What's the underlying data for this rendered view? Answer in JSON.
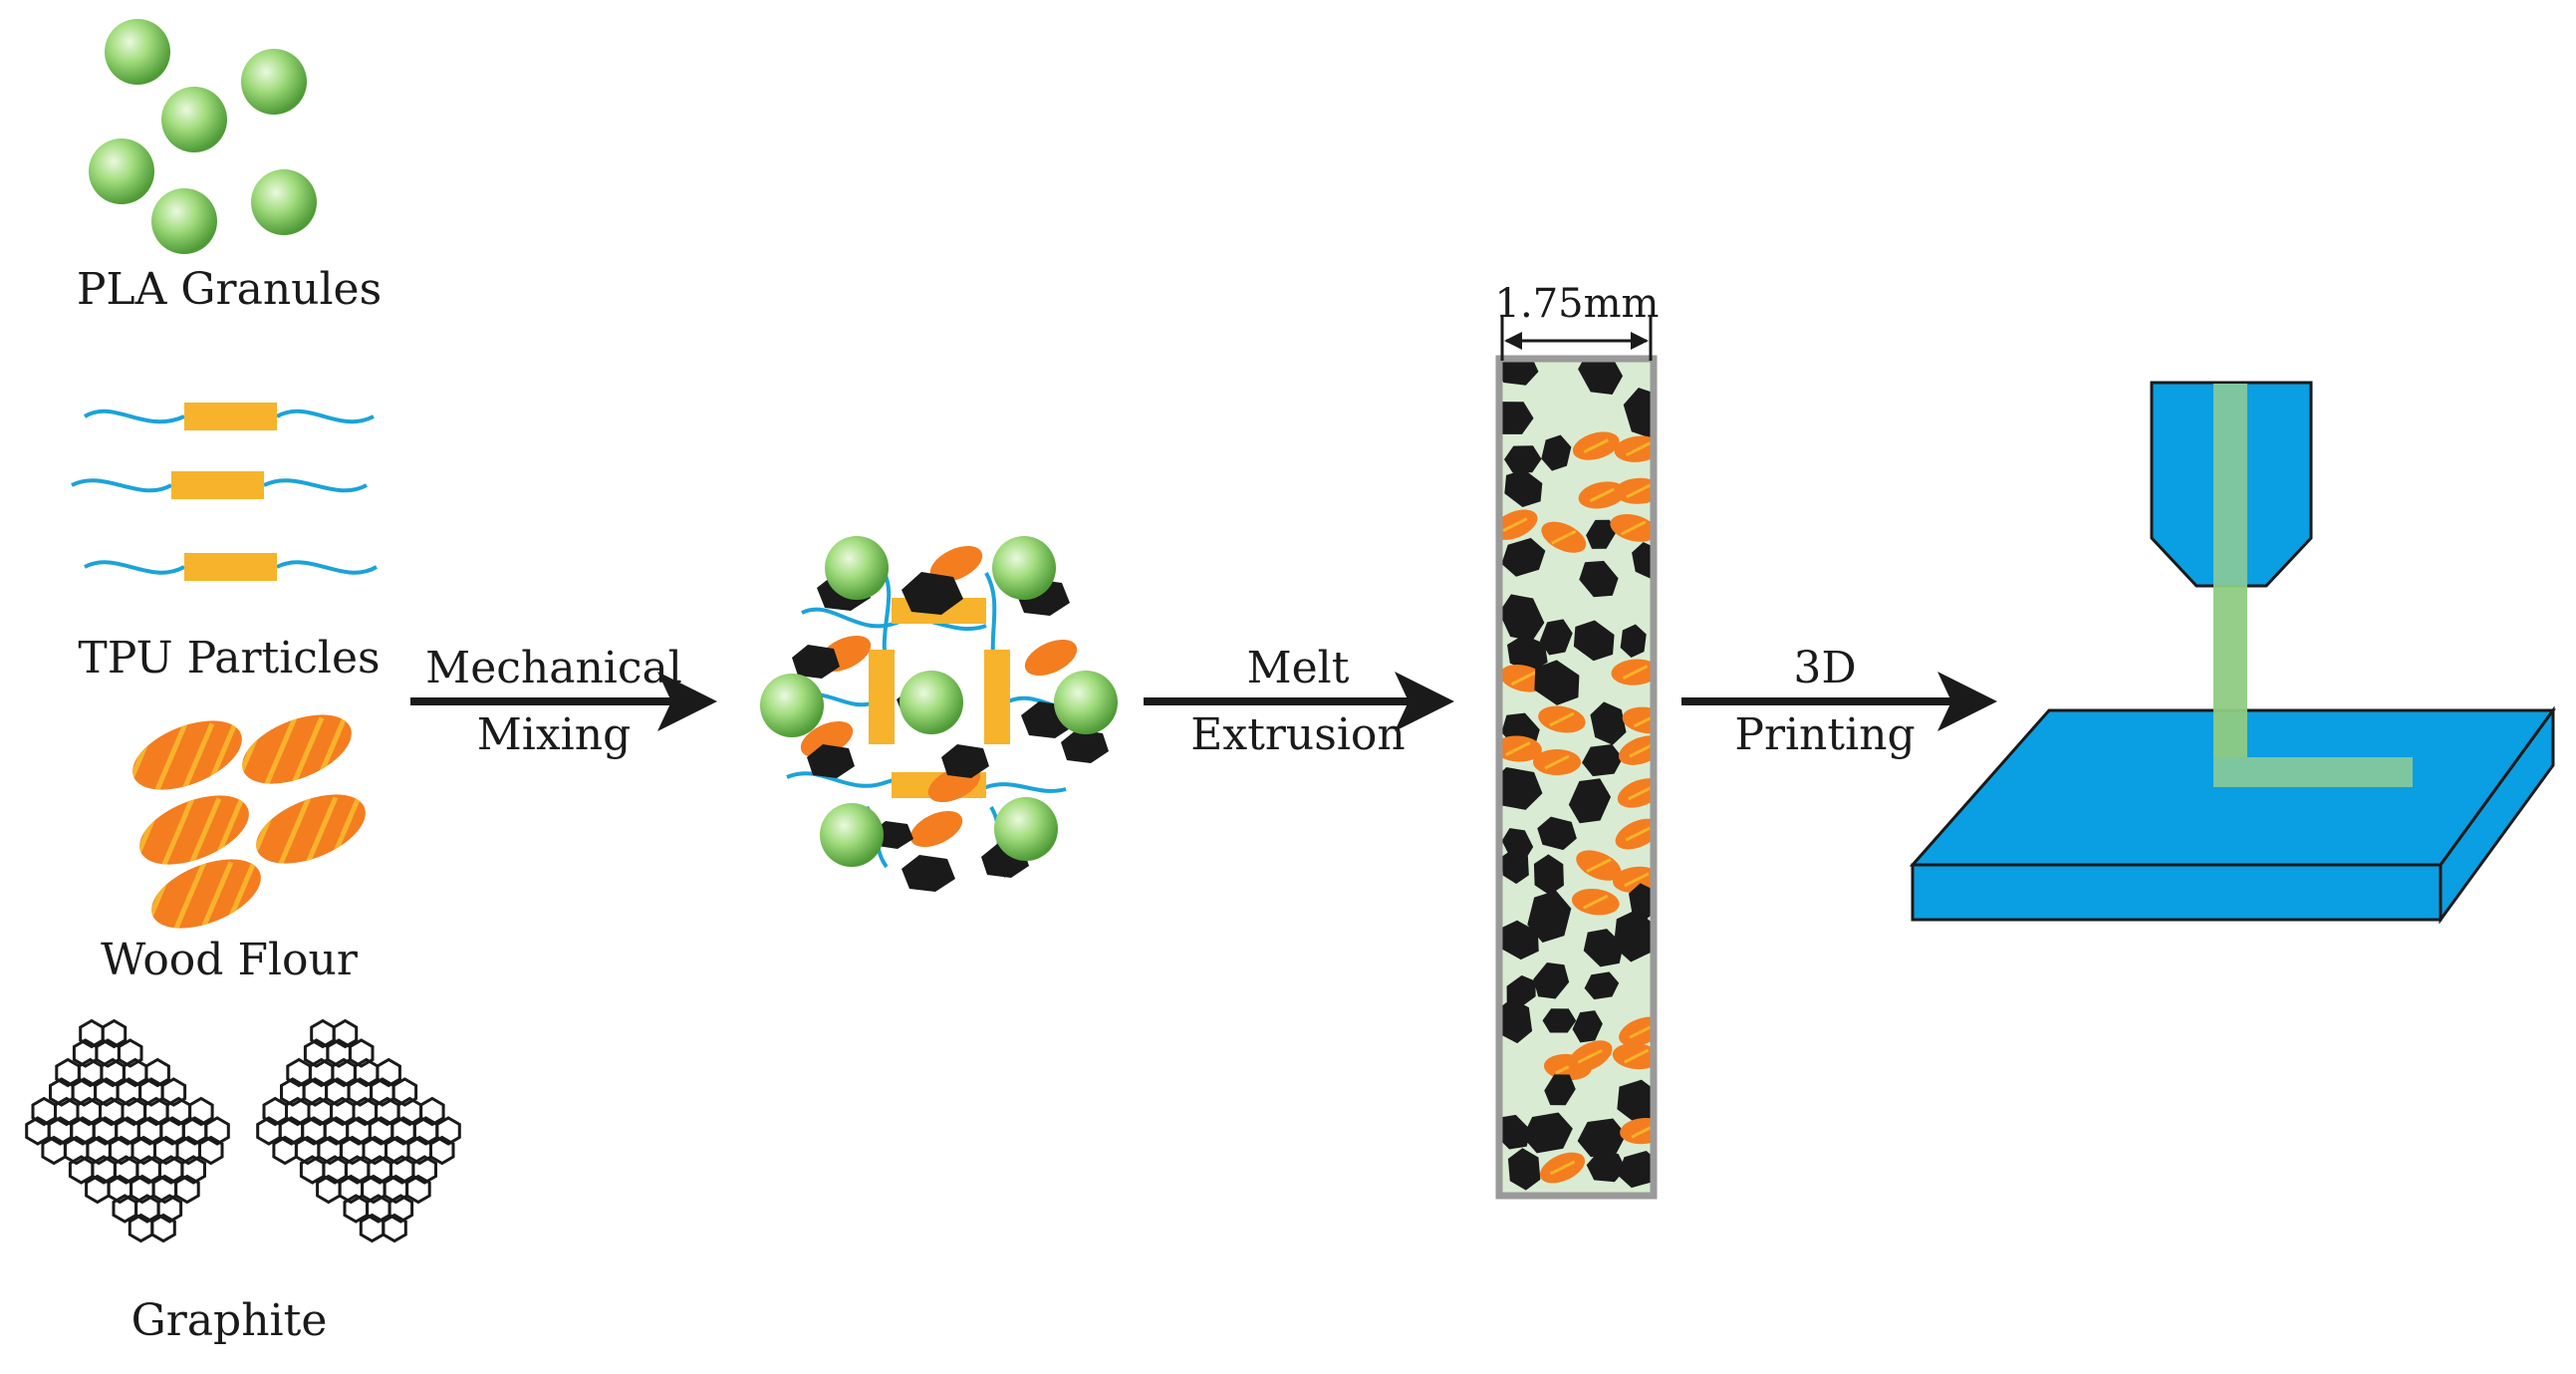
{
  "materials": [
    {
      "id": "pla",
      "label": "PLA Granules"
    },
    {
      "id": "tpu",
      "label": "TPU Particles"
    },
    {
      "id": "wood",
      "label": "Wood Flour"
    },
    {
      "id": "graphite",
      "label": "Graphite"
    }
  ],
  "steps": {
    "mixing": {
      "line1": "Mechanical",
      "line2": "Mixing"
    },
    "extrusion": {
      "line1": "Melt",
      "line2": "Extrusion"
    },
    "printing": {
      "line1": "3D",
      "line2": "Printing"
    }
  },
  "filament": {
    "diameter_label": "1.75mm"
  },
  "colors": {
    "pla_green": "#8fd26b",
    "tpu_orange": "#f7b32b",
    "tpu_chain_blue": "#1ba3d9",
    "wood_orange": "#f47d20",
    "graphite_black": "#1a1a1a",
    "filament_bg": "#d9ecd3",
    "printer_blue": "#0a9ee2",
    "print_green": "#7dc6a0"
  }
}
